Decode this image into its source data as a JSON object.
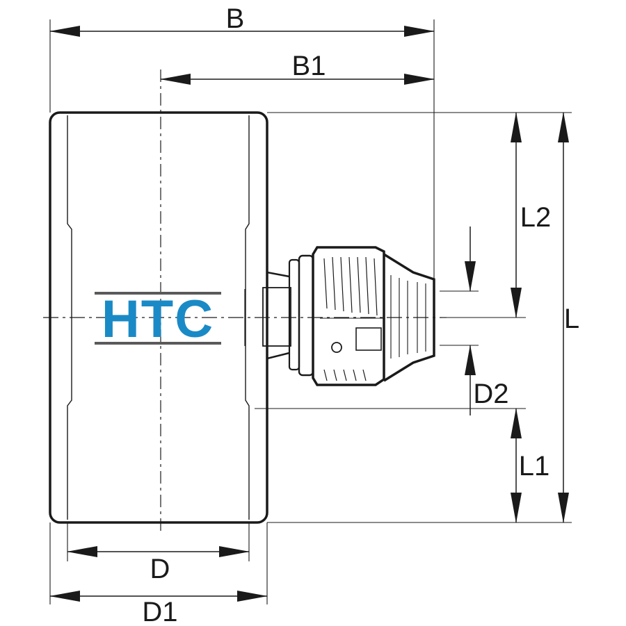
{
  "logo": {
    "text": "HTC",
    "color": "#1a8ac6"
  },
  "dimensions": {
    "B": "B",
    "B1": "B1",
    "L": "L",
    "L1": "L1",
    "L2": "L2",
    "D": "D",
    "D1": "D1",
    "D2": "D2"
  },
  "colors": {
    "line": "#1a1a1a",
    "logo": "#1a8ac6"
  }
}
